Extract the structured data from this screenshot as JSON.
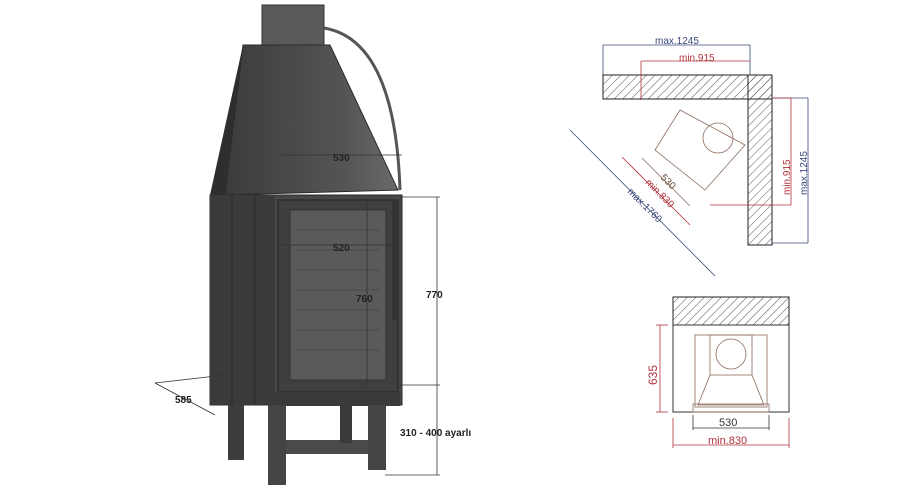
{
  "fireplace_3d": {
    "dimensions": {
      "hood_width": "530",
      "door_width": "520",
      "door_height": "760",
      "body_height": "770",
      "depth": "585",
      "leg_height": "310 - 400 ayarlı"
    }
  },
  "corner_plan": {
    "top_max": "max.1245",
    "top_min": "min.915",
    "side_min": "min.915",
    "side_max": "max.1245",
    "front_width": "530",
    "diag_min": "min.830",
    "diag_max": "max.1760"
  },
  "front_plan": {
    "depth": "635",
    "width": "530",
    "min_width": "min.830"
  },
  "colors": {
    "blue": "#3a4a7a",
    "red": "#b0323a",
    "body": "#4a4a4a"
  }
}
